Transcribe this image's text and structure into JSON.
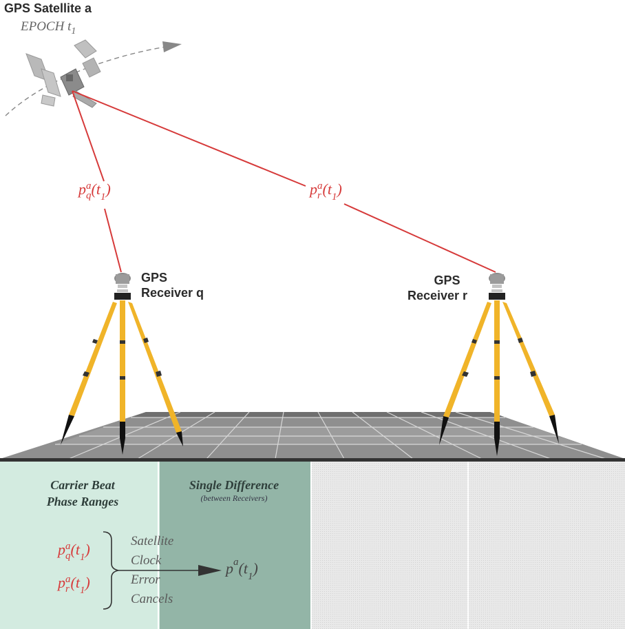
{
  "satellite": {
    "title": "GPS Satellite a",
    "epoch": "EPOCH t",
    "epoch_sub": "1"
  },
  "receivers": {
    "q": {
      "line1": "GPS",
      "line2": "Receiver q"
    },
    "r": {
      "line1": "GPS",
      "line2": "Receiver r"
    }
  },
  "ranges": {
    "q": {
      "base": "p",
      "sup": "a",
      "sub": "q",
      "arg": "(t",
      "arg_sub": "1",
      "close": ")"
    },
    "r": {
      "base": "p",
      "sup": "a",
      "sub": "r",
      "arg": "(t",
      "arg_sub": "1",
      "close": ")"
    }
  },
  "panels": {
    "carrier": {
      "line1": "Carrier Beat",
      "line2": "Phase Ranges"
    },
    "single": {
      "title": "Single Difference",
      "note": "(between Receivers)"
    }
  },
  "cancel_note": [
    "Satellite",
    "Clock",
    "Error",
    "Cancels"
  ],
  "result": {
    "base": "p",
    "sup": "a",
    "arg": "(t",
    "arg_sub": "1",
    "close": ")"
  },
  "colors": {
    "range_line": "#d63a3a",
    "tripod_leg": "#f0b429",
    "panel_green": "#d3ebe0",
    "panel_dark": "#93b5a7"
  }
}
